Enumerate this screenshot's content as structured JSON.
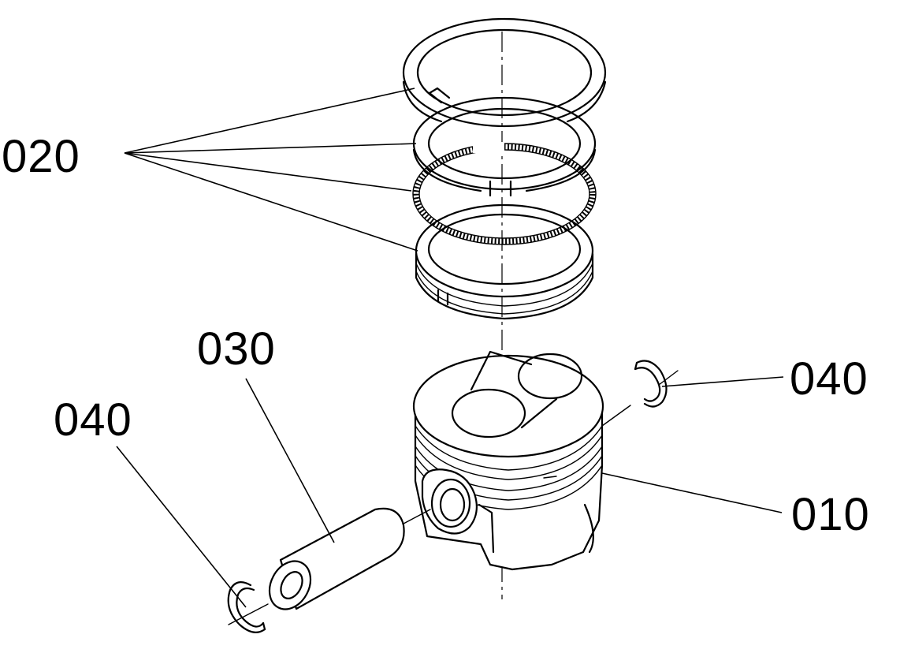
{
  "callouts": {
    "piston_rings": "020",
    "piston_pin": "030",
    "circlip_left": "040",
    "circlip_right": "040",
    "piston": "010"
  },
  "colors": {
    "line": "#000000",
    "background": "#ffffff"
  }
}
